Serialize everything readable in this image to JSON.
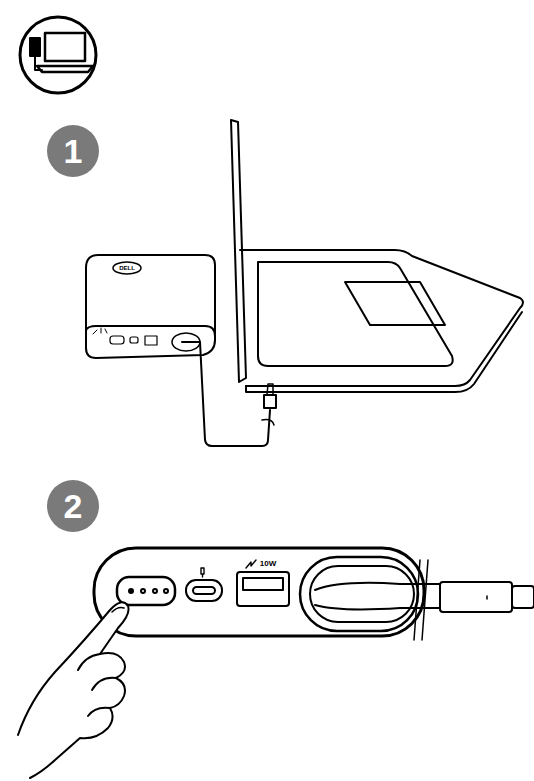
{
  "diagram": {
    "nodes": [
      {
        "text": [
          "1"
        ]
      },
      {
        "text": [
          "2"
        ]
      }
    ],
    "labels": [
      "DELL",
      "10W"
    ]
  }
}
